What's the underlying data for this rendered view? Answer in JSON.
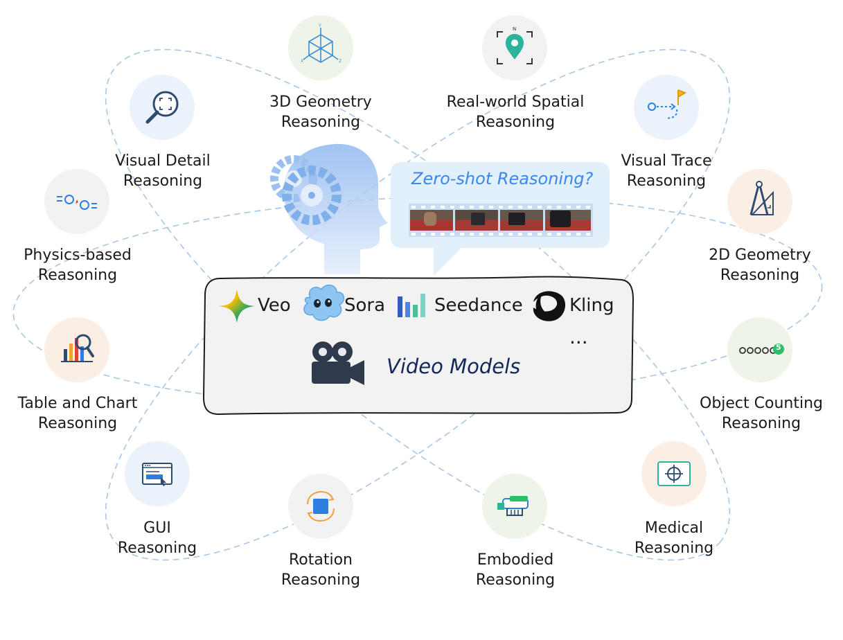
{
  "bubble": {
    "title": "Zero-shot Reasoning?"
  },
  "center": {
    "title": "Video Models",
    "more": "...",
    "models": [
      {
        "name": "Veo"
      },
      {
        "name": "Sora"
      },
      {
        "name": "Seedance"
      },
      {
        "name": "Kling"
      }
    ]
  },
  "nodes": [
    {
      "id": "3d-geometry",
      "line1": "3D Geometry",
      "line2": "Reasoning",
      "icon": "cube-axes-icon",
      "bg": "#eef5e8"
    },
    {
      "id": "real-world-spatial",
      "line1": "Real-world Spatial",
      "line2": "Reasoning",
      "icon": "map-pin-icon",
      "bg": "#f2f2f2"
    },
    {
      "id": "visual-detail",
      "line1": "Visual Detail",
      "line2": "Reasoning",
      "icon": "magnifier-icon",
      "bg": "#eaf2fb"
    },
    {
      "id": "visual-trace",
      "line1": "Visual Trace",
      "line2": "Reasoning",
      "icon": "trace-flag-icon",
      "bg": "#eaf2fb"
    },
    {
      "id": "physics-based",
      "line1": "Physics-based",
      "line2": "Reasoning",
      "icon": "collision-icon",
      "bg": "#f2f2f2"
    },
    {
      "id": "2d-geometry",
      "line1": "2D Geometry",
      "line2": "Reasoning",
      "icon": "compass-icon",
      "bg": "#fbeee4"
    },
    {
      "id": "table-chart",
      "line1": "Table and Chart",
      "line2": "Reasoning",
      "icon": "chart-magnifier-icon",
      "bg": "#fbeee4"
    },
    {
      "id": "object-counting",
      "line1": "Object Counting",
      "line2": "Reasoning",
      "icon": "counting-circles-icon",
      "bg": "#eef5e8",
      "badge": "5"
    },
    {
      "id": "gui",
      "line1": "GUI",
      "line2": "Reasoning",
      "icon": "browser-window-icon",
      "bg": "#eaf2fb"
    },
    {
      "id": "medical",
      "line1": "Medical",
      "line2": "Reasoning",
      "icon": "medical-target-icon",
      "bg": "#fbeee4"
    },
    {
      "id": "rotation",
      "line1": "Rotation",
      "line2": "Reasoning",
      "icon": "rotate-square-icon",
      "bg": "#f2f2f2"
    },
    {
      "id": "embodied",
      "line1": "Embodied",
      "line2": "Reasoning",
      "icon": "robot-gripper-icon",
      "bg": "#eef5e8"
    }
  ],
  "colors": {
    "orbit": "#a9c6e6",
    "accent_blue": "#3b86e8",
    "title_navy": "#14275a"
  }
}
